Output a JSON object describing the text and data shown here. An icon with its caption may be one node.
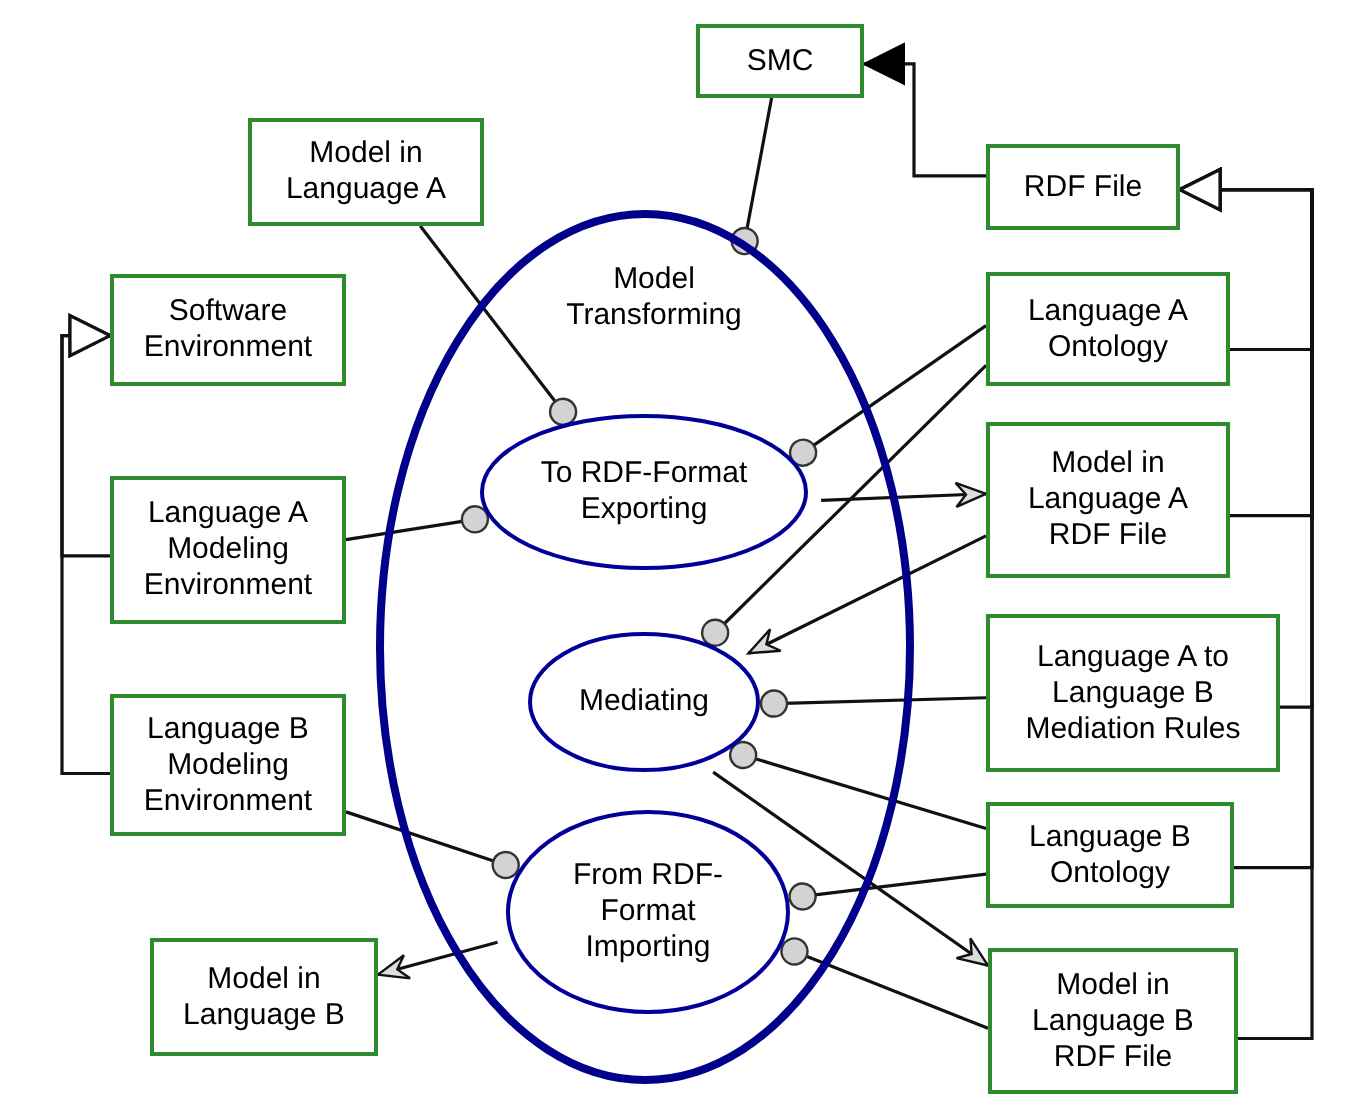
{
  "diagram": {
    "nodes": [
      {
        "text": [
          "SMC"
        ]
      },
      {
        "text": [
          "Model in Language A"
        ]
      },
      {
        "text": [
          "Model Transforming"
        ]
      },
      {
        "text": [
          "To RDF-Format Exporting"
        ],
        "in": 2
      },
      {
        "text": [
          "Mediating"
        ],
        "in": 2
      },
      {
        "text": [
          "From RDF-Format Importing"
        ],
        "in": 2
      },
      {
        "text": [
          "Software Environment"
        ]
      },
      {
        "text": [
          "Language A Modeling Environment"
        ]
      },
      {
        "text": [
          "Language B Modeling Environment"
        ]
      },
      {
        "text": [
          "Model in Language B"
        ]
      },
      {
        "text": [
          "RDF File"
        ]
      },
      {
        "text": [
          "Language A Ontology"
        ]
      },
      {
        "text": [
          "Model in Language A RDF File"
        ]
      },
      {
        "text": [
          "Language A to Language B Mediation Rules"
        ]
      },
      {
        "text": [
          "Language B Ontology"
        ]
      },
      {
        "text": [
          "Model in Language B RDF File"
        ]
      }
    ],
    "edges": [
      {
        "from": 0,
        "to": 2,
        "arrow": "other"
      },
      {
        "from": 1,
        "to": 3,
        "arrow": "other"
      },
      {
        "from": 7,
        "to": 3,
        "arrow": "other"
      },
      {
        "from": 11,
        "to": 3,
        "arrow": "other"
      },
      {
        "from": 3,
        "to": 12,
        "arrow": "to"
      },
      {
        "from": 11,
        "to": 4,
        "arrow": "other"
      },
      {
        "from": 12,
        "to": 4,
        "arrow": "to"
      },
      {
        "from": 13,
        "to": 4,
        "arrow": "other"
      },
      {
        "from": 14,
        "to": 4,
        "arrow": "other"
      },
      {
        "from": 4,
        "to": 15,
        "arrow": "to"
      },
      {
        "from": 14,
        "to": 5,
        "arrow": "other"
      },
      {
        "from": 15,
        "to": 5,
        "arrow": "other"
      },
      {
        "from": 8,
        "to": 5,
        "arrow": "other"
      },
      {
        "from": 5,
        "to": 9,
        "arrow": "to"
      },
      {
        "from": 7,
        "to": 6,
        "arrow": "to"
      },
      {
        "from": 8,
        "to": 6,
        "arrow": "to"
      },
      {
        "from": 10,
        "to": 0,
        "arrow": "to"
      },
      {
        "from": 11,
        "to": 10,
        "arrow": "to"
      },
      {
        "from": 12,
        "to": 10,
        "arrow": "to"
      },
      {
        "from": 13,
        "to": 10,
        "arrow": "to"
      },
      {
        "from": 14,
        "to": 10,
        "arrow": "to"
      },
      {
        "from": 15,
        "to": 10,
        "arrow": "to"
      }
    ]
  }
}
